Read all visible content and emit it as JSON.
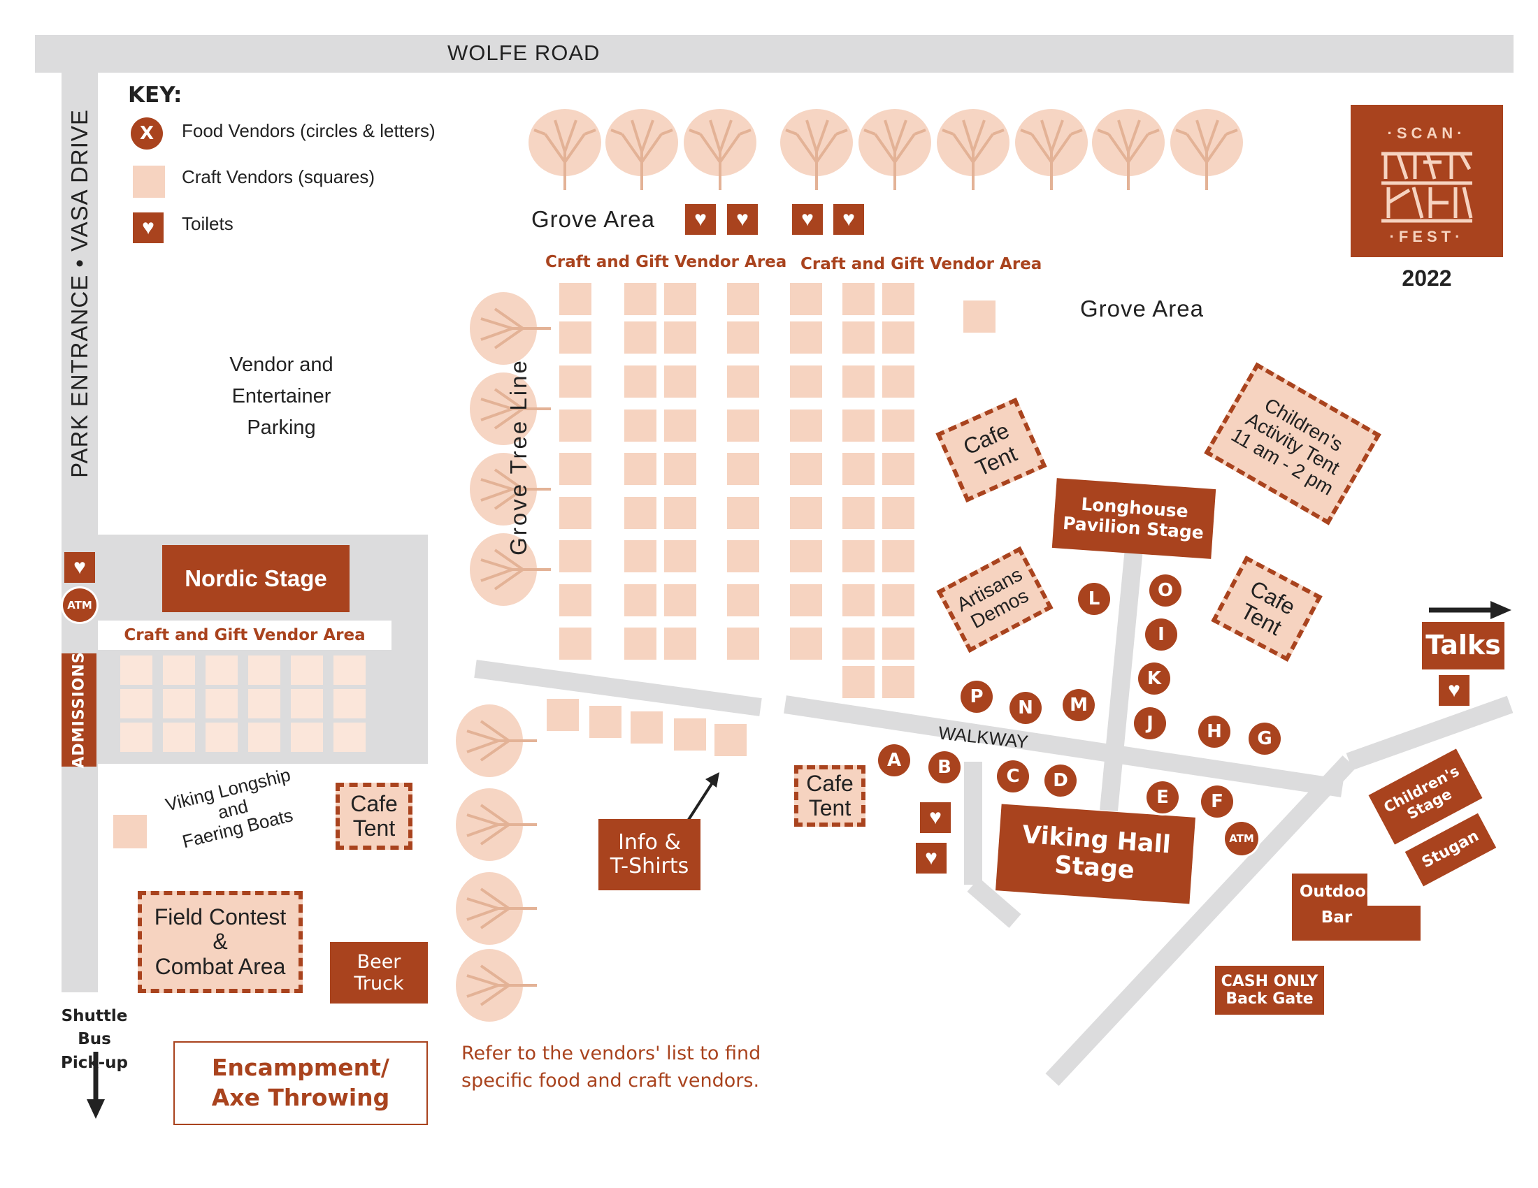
{
  "roads": {
    "wolfe_road": "WOLFE ROAD",
    "vasa_drive": "PARK ENTRANCE  •  VASA DRIVE",
    "walkway": "WALKWAY"
  },
  "key": {
    "title": "KEY:",
    "food_sample_letter": "X",
    "food_label": "Food Vendors (circles & letters)",
    "craft_label": "Craft Vendors (squares)",
    "toilet_label": "Toilets"
  },
  "logo": {
    "top_text": "·SCAN·",
    "bottom_text": "·FEST·",
    "year": "2022"
  },
  "areas": {
    "grove_area_top": "Grove Area",
    "grove_area_right": "Grove Area",
    "craft_gift_left": "Craft and Gift Vendor Area",
    "craft_gift_right": "Craft and Gift Vendor Area",
    "craft_gift_nordic": "Craft and Gift Vendor Area",
    "grove_tree_line": "Grove Tree Line",
    "parking": "Vendor and\nEntertainer\nParking",
    "viking_longship": "Viking Longship\nand\nFaering Boats"
  },
  "venues": {
    "nordic_stage": "Nordic Stage",
    "admissions": "ADMISSIONS",
    "longhouse": "Longhouse\nPavilion Stage",
    "viking_hall": "Viking Hall\nStage",
    "info_tshirts": "Info &\nT-Shirts",
    "talks": "Talks",
    "childrens_stage": "Children's\nStage",
    "stugan": "Stugan",
    "outdoor_bar": "Outdoor\nBar",
    "cash_only": "CASH ONLY\nBack Gate",
    "beer_truck": "Beer\nTruck",
    "encampment": "Encampment/\nAxe Throwing"
  },
  "tents": {
    "cafe_tent_1": "Cafe\nTent",
    "cafe_tent_2": "Cafe\nTent",
    "cafe_tent_3": "Cafe\nTent",
    "cafe_tent_4": "Cafe\nTent",
    "artisans_demos": "Artisans\nDemos",
    "childrens_activity": "Children's\nActivity Tent\n11 am - 2 pm",
    "field_contest": "Field Contest\n&\nCombat Area"
  },
  "atm_label": "ATM",
  "shuttle": "Shuttle Bus\nPick-up",
  "note": "Refer to the vendors' list to find\nspecific food and craft vendors.",
  "food_vendors": [
    "A",
    "B",
    "C",
    "D",
    "E",
    "F",
    "G",
    "H",
    "I",
    "J",
    "K",
    "L",
    "M",
    "N",
    "O",
    "P"
  ],
  "toilet_icon": "heart-icon",
  "colors": {
    "rust": "#a9431e",
    "peach": "#f6d3c0",
    "road_gray": "#dcdcdd"
  }
}
